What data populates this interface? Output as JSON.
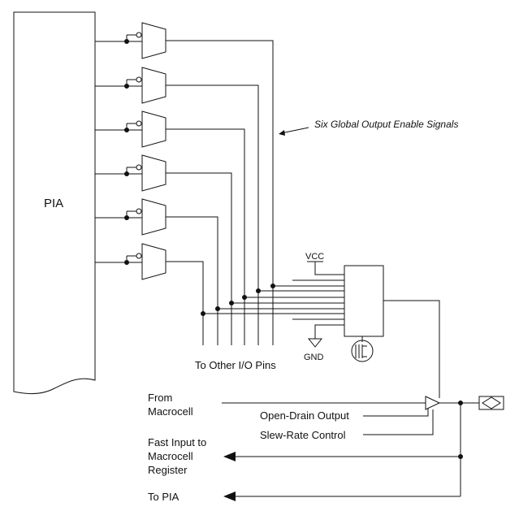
{
  "labels": {
    "pia": "PIA",
    "global_oe": "Six Global Output Enable Signals",
    "vcc": "VCC",
    "gnd": "GND",
    "to_other_io": "To Other I/O Pins",
    "from_macrocell_1": "From",
    "from_macrocell_2": "Macrocell",
    "open_drain": "Open-Drain Output",
    "slew_rate": "Slew-Rate Control",
    "fast_input_1": "Fast Input to",
    "fast_input_2": "Macrocell",
    "fast_input_3": "Register",
    "to_pia": "To PIA"
  }
}
